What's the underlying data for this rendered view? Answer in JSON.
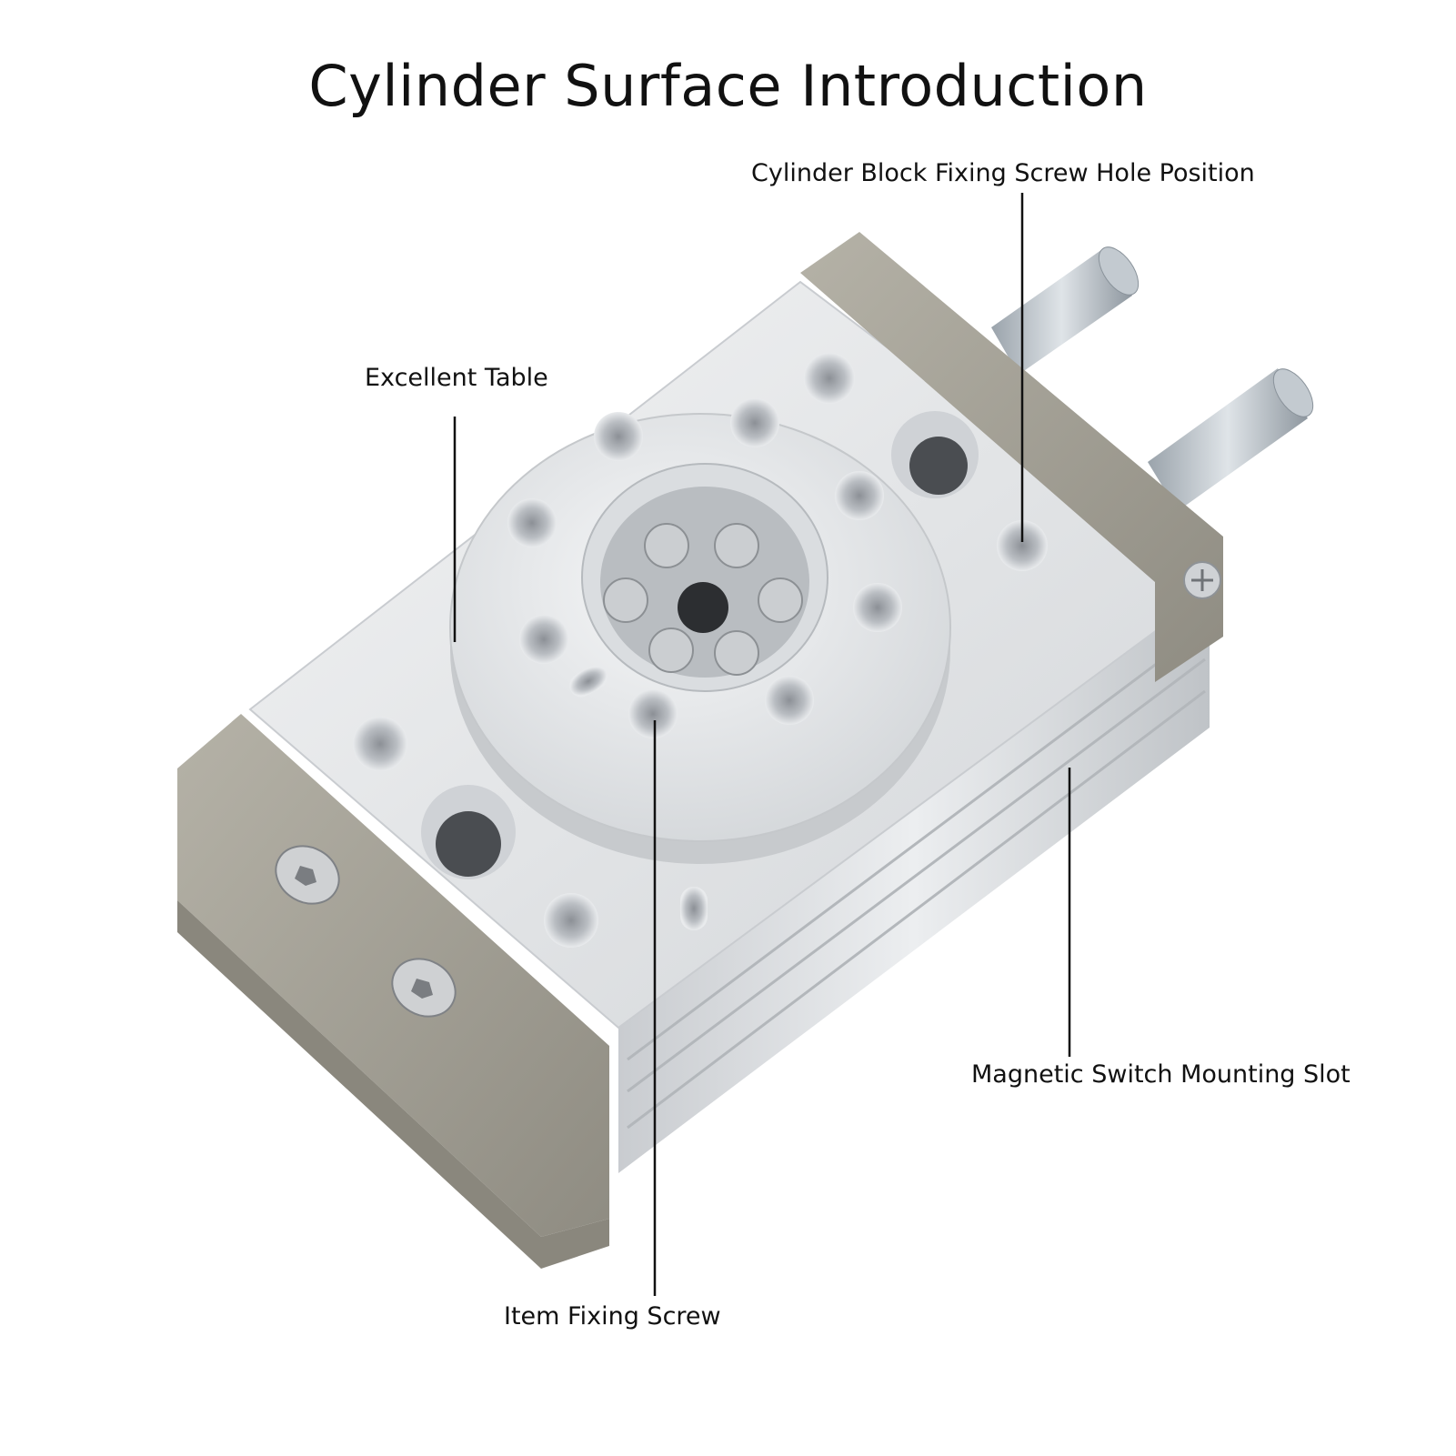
{
  "title": "Cylinder Surface Introduction",
  "callouts": {
    "block_hole": "Cylinder Block Fixing Screw Hole Position",
    "table": "Excellent Table",
    "slot": "Magnetic Switch Mounting Slot",
    "item_screw": "Item Fixing Screw"
  },
  "colors": {
    "aluminum": "#e4e6e8",
    "end_cap": "#a8a59a",
    "leader_line": "#111111"
  }
}
